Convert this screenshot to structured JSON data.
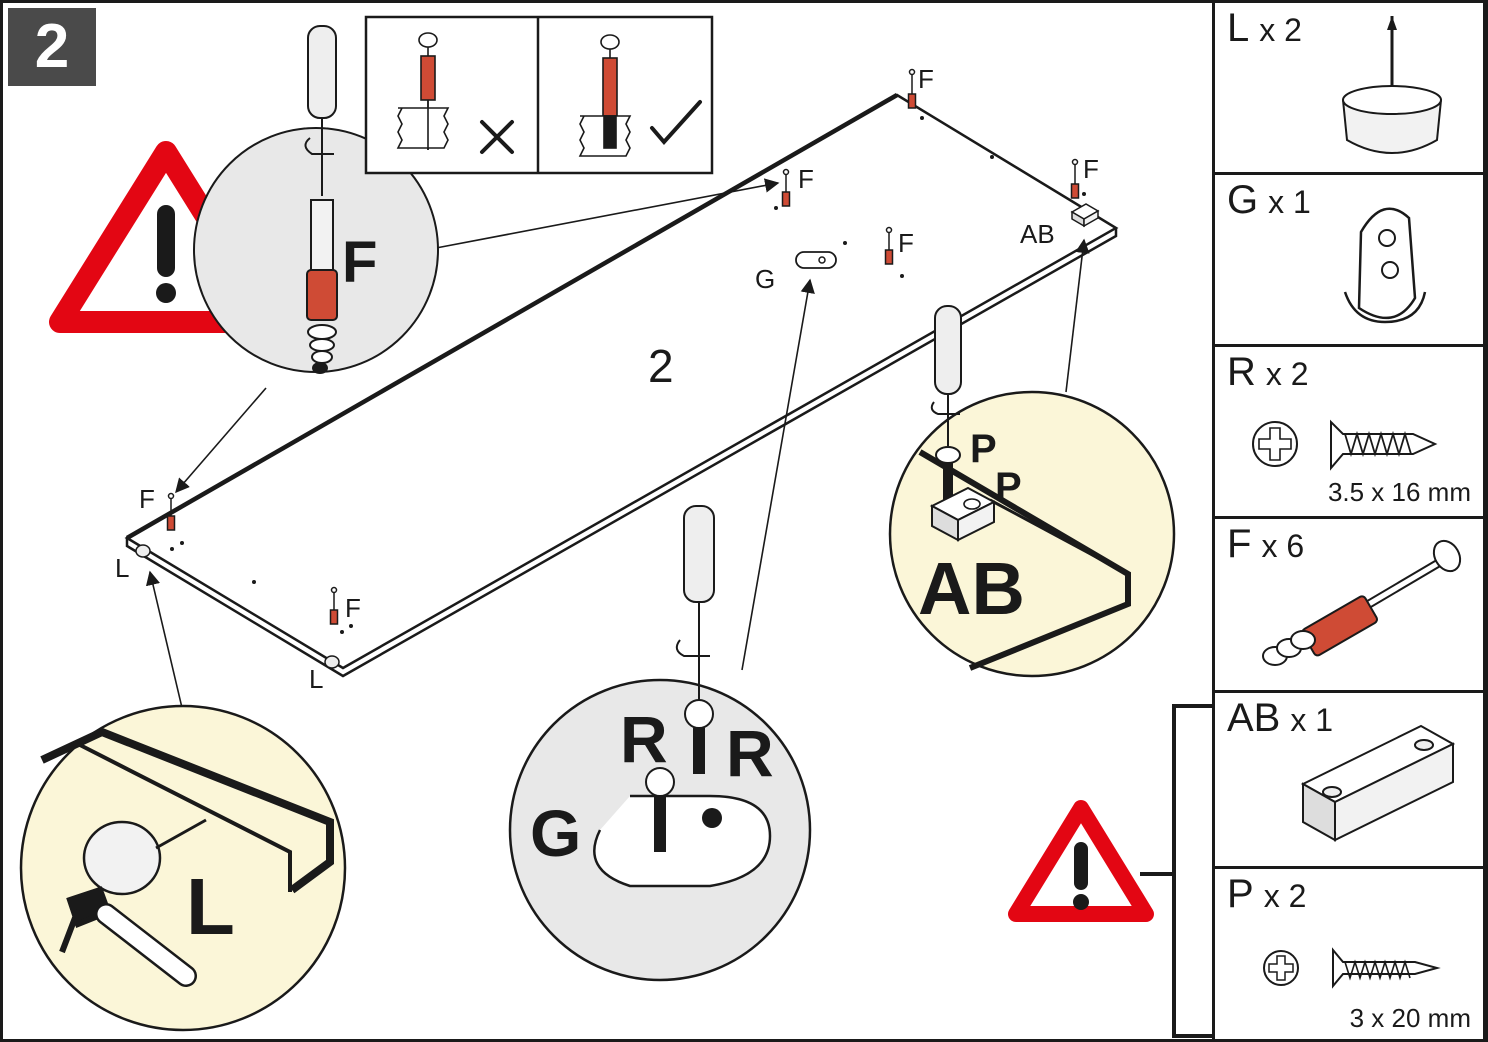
{
  "step": {
    "number": "2"
  },
  "panel": {
    "label": "2"
  },
  "callout_inset": {
    "callout_letter": "F"
  },
  "board_labels": {
    "f": "F",
    "g": "G",
    "ab": "AB",
    "l": "L"
  },
  "detail_l": {
    "letter": "L"
  },
  "detail_r": {
    "letters": [
      "R",
      "R",
      "G"
    ]
  },
  "detail_ab": {
    "letters": [
      "P",
      "P",
      "AB"
    ]
  },
  "parts": [
    {
      "letter": "L",
      "qty": "x 2",
      "icon": "furniture-glide-icon"
    },
    {
      "letter": "G",
      "qty": "x 1",
      "icon": "rod-holder-icon"
    },
    {
      "letter": "R",
      "qty": "x 2",
      "dim": "3.5 x 16 mm",
      "icon": "wood-screw-icon"
    },
    {
      "letter": "F",
      "qty": "x 6",
      "icon": "cam-dowel-icon"
    },
    {
      "letter": "AB",
      "qty": "x 1",
      "icon": "block-icon"
    },
    {
      "letter": "P",
      "qty": "x 2",
      "dim": "3 x 20 mm",
      "icon": "wood-screw-icon"
    }
  ],
  "colors": {
    "warning": "#e30613",
    "highlight": "#fbf6d8",
    "detail_bg": "#e8e8e8",
    "dowel": "#cf4b35"
  }
}
